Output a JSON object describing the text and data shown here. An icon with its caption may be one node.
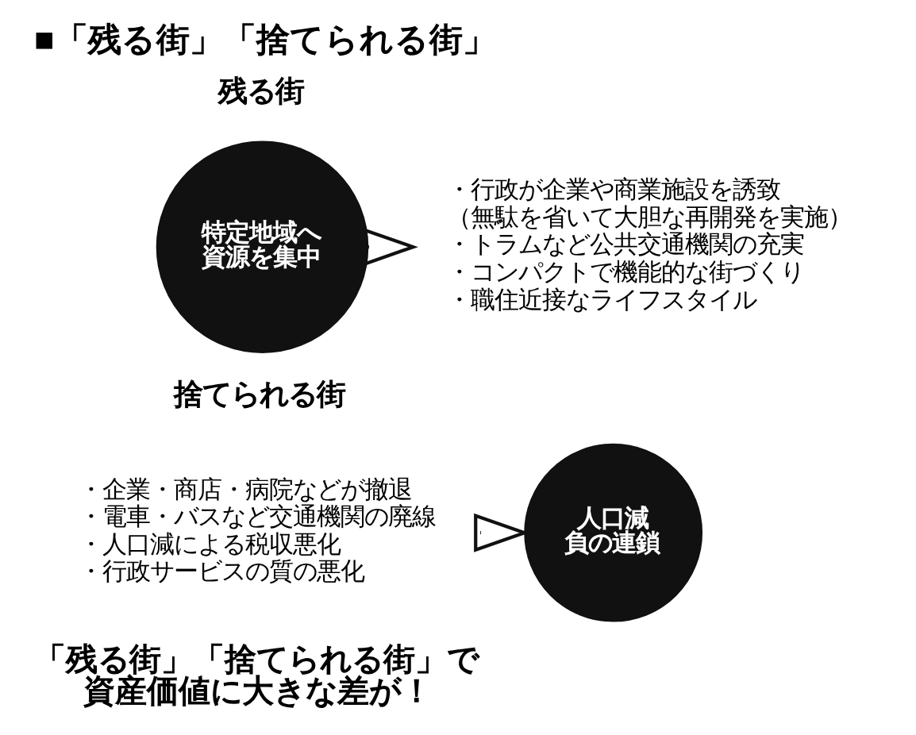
{
  "diagram": {
    "title": "■「残る街」「捨てられる街」",
    "caption": "「残る街」「捨てられる街」で資産価値に大きな差が！",
    "nodes": [
      {
        "text": [
          "特定地域へ資源を集中"
        ]
      },
      {
        "text": [
          "・行政が企業や商業施設を誘致（無駄を省いて大胆な再開発を実施）",
          "・トラムなど公共交通機関の充実",
          "・コンパクトで機能的な街づくり",
          "・職住近接なライフスタイル"
        ]
      },
      {
        "text": [
          "・企業・商店・病院などが撤退",
          "・電車・バスなど交通機関の廃線",
          "・人口減による税収悪化",
          "・行政サービスの質の悪化"
        ]
      },
      {
        "text": [
          "人口減負の連鎖"
        ]
      }
    ],
    "edges": [
      {
        "from": 0,
        "to": 1,
        "arrow": "to"
      },
      {
        "from": 2,
        "to": 3,
        "arrow": "to"
      }
    ],
    "labels": [
      "残る街",
      "捨てられる街"
    ]
  }
}
